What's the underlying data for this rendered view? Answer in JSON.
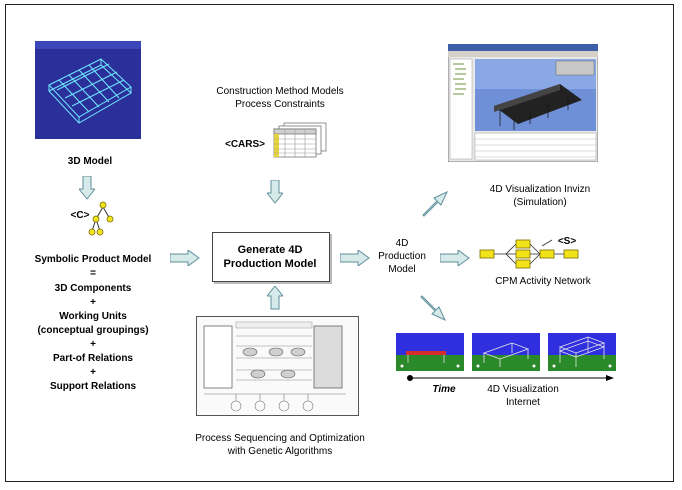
{
  "model_3d": {
    "label": "3D Model"
  },
  "symbolic": {
    "icon_label": "<C>",
    "lines": [
      "Symbolic Product Model",
      "=",
      "3D Components",
      "+",
      "Working Units",
      "(conceptual groupings)",
      "+",
      "Part-of Relations",
      "+",
      "Support Relations"
    ]
  },
  "constraints": {
    "line1": "Construction Method Models",
    "line2": "Process Constraints",
    "cars_label": "<CARS>"
  },
  "generate": {
    "line1": "Generate 4D",
    "line2": "Production Model"
  },
  "production": {
    "line1": "4D",
    "line2": "Production",
    "line3": "Model"
  },
  "invizn": {
    "line1": "4D Visualization Invizn",
    "line2": "(Simulation)"
  },
  "cpm": {
    "icon_label": "<S>",
    "label": "CPM Activity Network"
  },
  "internet": {
    "time_label": "Time",
    "line1": "4D Visualization",
    "line2": "Internet"
  },
  "ga": {
    "line1": "Process Sequencing and Optimization",
    "line2": "with Genetic Algorithms"
  },
  "colors": {
    "arrow_fill": "#d6eaea",
    "arrow_stroke": "#5f8f9a",
    "model_bg": "#2b2f9a",
    "cpm_node": "#f2e21a",
    "sky": "#2f2fe0",
    "ground": "#2a8a2a"
  }
}
